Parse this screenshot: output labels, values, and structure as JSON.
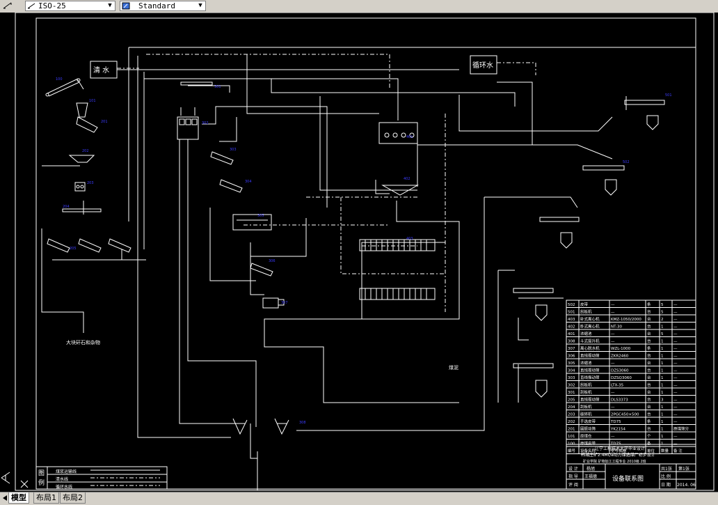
{
  "toolbar": {
    "dimstyle_value": "ISO-25",
    "textstyle_value": "Standard"
  },
  "tabs": [
    {
      "label": "模型",
      "active": true
    },
    {
      "label": "布局1",
      "active": false
    },
    {
      "label": "布局2",
      "active": false
    }
  ],
  "drawing": {
    "labels": {
      "clean_water": "清 水",
      "circ_water": "循环水",
      "waste_rock": "大块矸石和杂物",
      "slime": "煤泥"
    },
    "legend": {
      "title_a": "图",
      "title_b": "例",
      "items": [
        "煤浆运输线",
        "清水线",
        "循环水线"
      ]
    },
    "equipment_table": {
      "rows": [
        [
          "502",
          "皮带",
          "—",
          "条",
          "5",
          "—"
        ],
        [
          "501",
          "刮板机",
          "—",
          "台",
          "5",
          "—"
        ],
        [
          "403",
          "卧式离心机",
          "KMZ-1050/2000",
          "台",
          "2",
          "—"
        ],
        [
          "402",
          "卧式离心机",
          "NT-30",
          "台",
          "1",
          "—"
        ],
        [
          "401",
          "浓缩池",
          "—",
          "台",
          "5",
          "—"
        ],
        [
          "308",
          "斗式提升机",
          "—",
          "台",
          "1",
          "—"
        ],
        [
          "307",
          "离心脱水机",
          "WZL-1000",
          "条",
          "1",
          "—"
        ],
        [
          "306",
          "直线振动筛",
          "ZKR2460",
          "台",
          "1",
          "—"
        ],
        [
          "305",
          "浓缩池",
          "—",
          "台",
          "1",
          "—"
        ],
        [
          "304",
          "直线振动筛",
          "DZS3060",
          "台",
          "1",
          "—"
        ],
        [
          "303",
          "直线振动筛",
          "DZSQ3060",
          "台",
          "1",
          "—"
        ],
        [
          "302",
          "刮板机",
          "LTX-35",
          "台",
          "1",
          "—"
        ],
        [
          "301",
          "刮板机",
          "—",
          "台",
          "1",
          "—"
        ],
        [
          "205",
          "直线振动筛",
          "DLS3373",
          "台",
          "3",
          "—"
        ],
        [
          "204",
          "刮板机",
          "—",
          "台",
          "1",
          "—"
        ],
        [
          "203",
          "破碎机",
          "2PGC450×500",
          "台",
          "1",
          "—"
        ],
        [
          "202",
          "手选皮带",
          "TD75",
          "条",
          "1",
          "—"
        ],
        [
          "201",
          "圆振动筛",
          "YK2154",
          "台",
          "1",
          "原煤筛分"
        ],
        [
          "101",
          "原煤仓",
          "—",
          "个",
          "1",
          "—"
        ],
        [
          "100",
          "原煤皮带",
          "TD75",
          "条",
          "1",
          "—"
        ]
      ],
      "header": [
        "编号",
        "设备名称",
        "型号规格",
        "单位",
        "数量",
        "备 注"
      ]
    },
    "title_block": {
      "line1": "辽宁工程技术大学毕业设计",
      "line2": "韩城庄矿2.4Mt/a动力煤选煤厂初步设计",
      "line3": "矿业学院 矿物加工工程专业 2010级 2班",
      "design": "设 计",
      "designer": "杨旭",
      "guide": "指 导",
      "guide_name": "王福德",
      "review": "评 阅",
      "drawing_title": "设备联系图",
      "sheet_total": "共1张",
      "sheet_no": "第1张",
      "scale": "比 例",
      "date_label": "日 期",
      "date": "2014. 06"
    },
    "equipment_codes": [
      "100",
      "101",
      "201",
      "202",
      "203",
      "204",
      "205",
      "301",
      "302",
      "303",
      "304",
      "305",
      "306",
      "307",
      "308",
      "401",
      "402",
      "403",
      "501",
      "502"
    ]
  },
  "colors": {
    "background": "#000000",
    "linework": "#ffffff",
    "code_labels": "#3c3cff",
    "ui_chrome": "#d4d0c8"
  }
}
